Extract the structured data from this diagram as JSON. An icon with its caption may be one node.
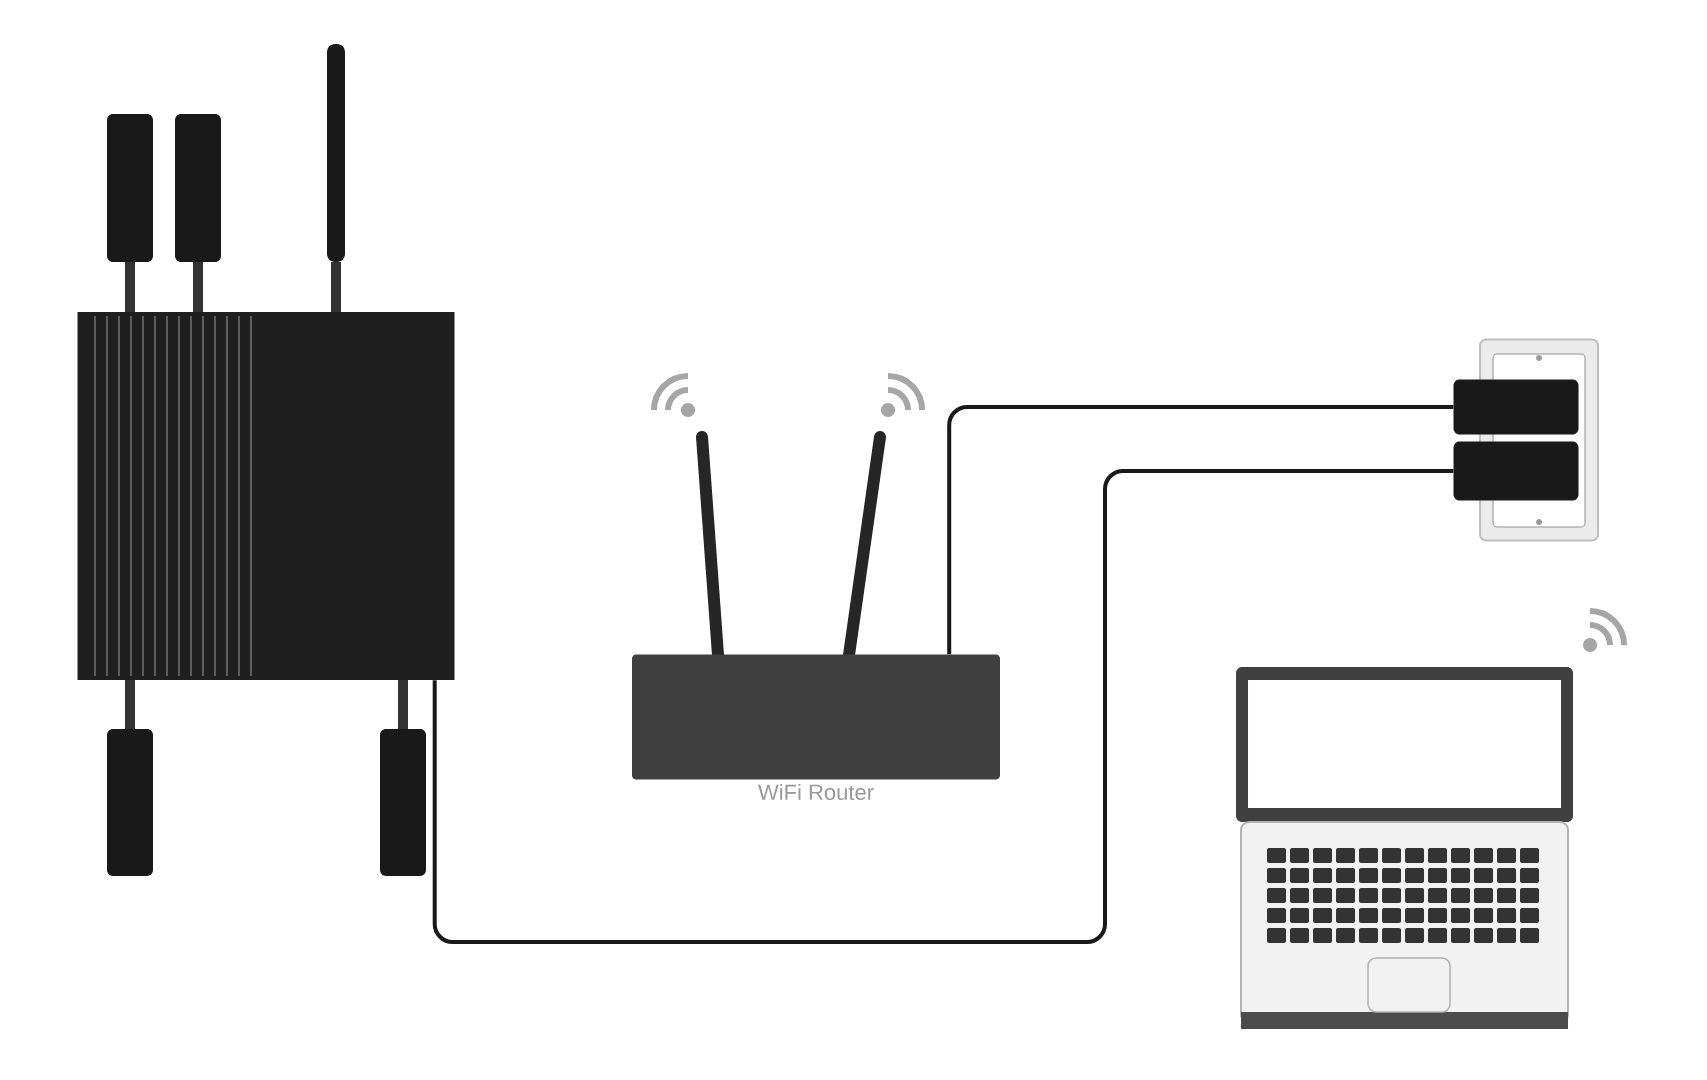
{
  "diagram": {
    "nodes": [
      {
        "text": [],
        "shape": "picture"
      },
      {
        "text": [
          "WiFi Router"
        ]
      },
      {
        "text": [],
        "shape": "picture"
      },
      {
        "text": [],
        "shape": "box"
      },
      {
        "text": [],
        "shape": "box"
      },
      {
        "text": [],
        "shape": "picture"
      }
    ],
    "edges": [
      {
        "from": 1,
        "to": 3,
        "arrow": "none"
      },
      {
        "from": 0,
        "to": 4,
        "arrow": "none"
      }
    ]
  }
}
